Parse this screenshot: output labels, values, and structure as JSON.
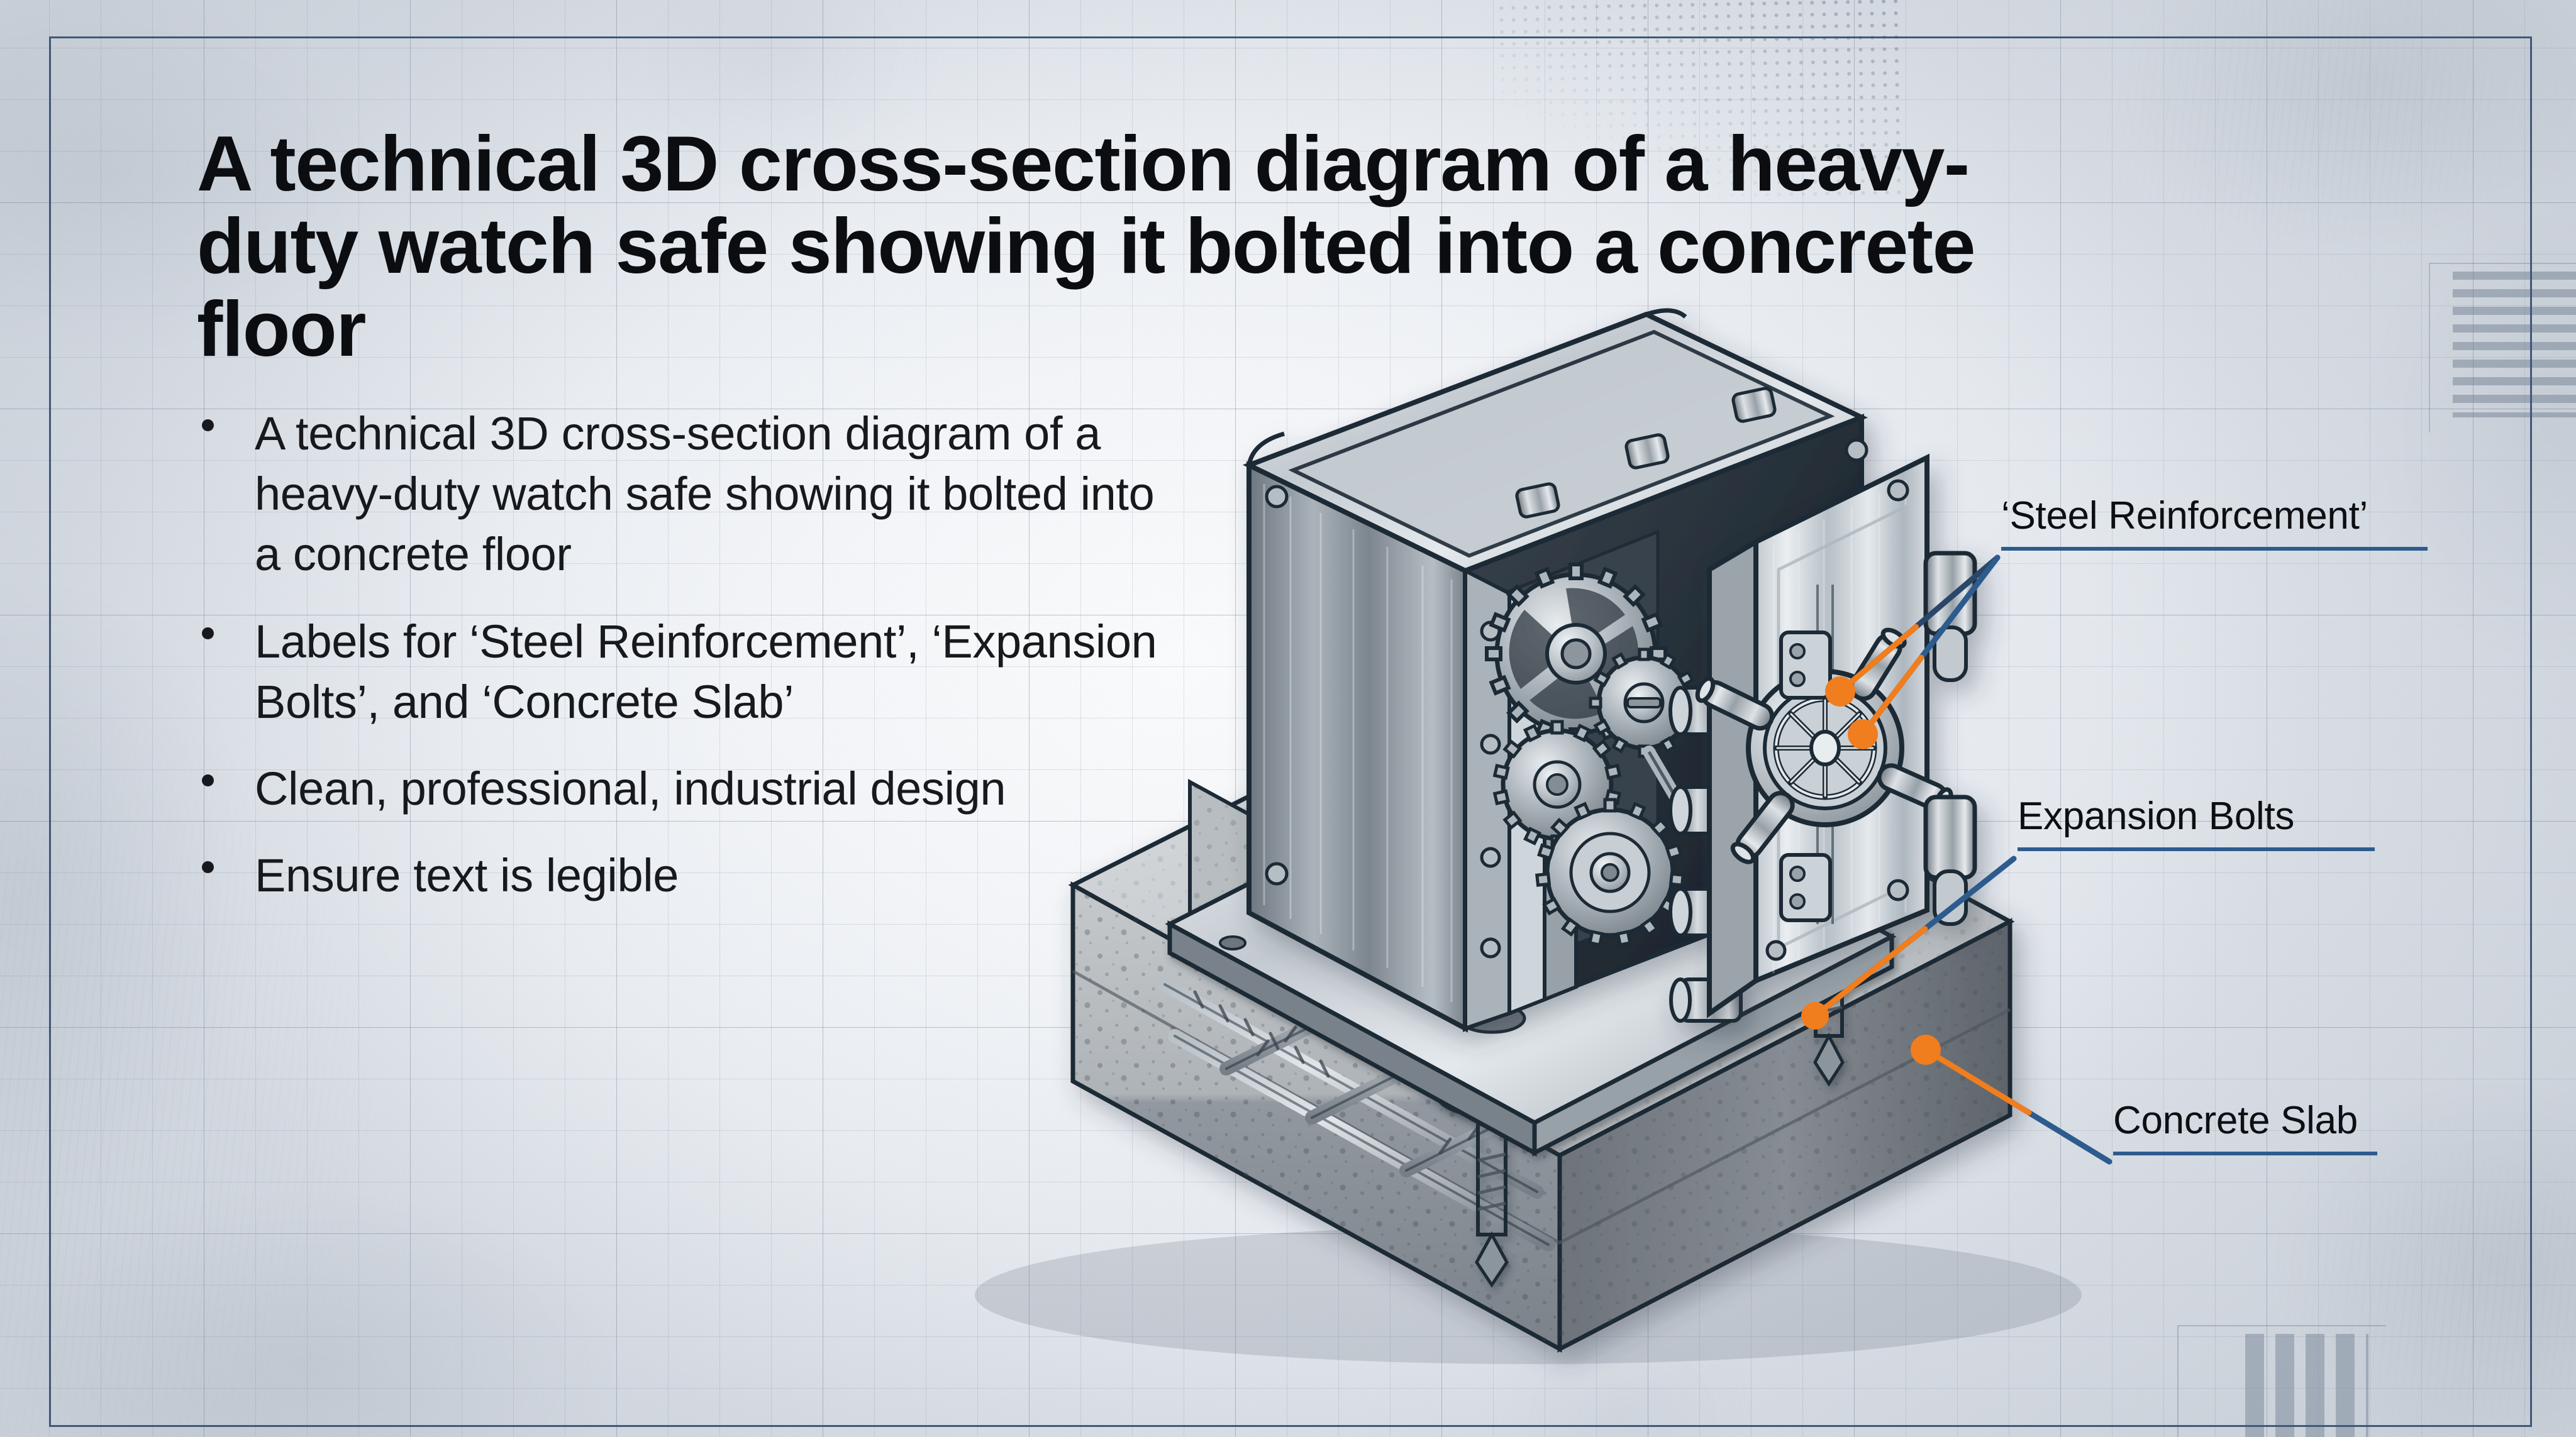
{
  "slide": {
    "title": "A technical 3D cross-section diagram of a heavy-duty watch safe showing it bolted into a concrete floor",
    "bullets": [
      "A technical 3D cross-section diagram of a heavy-duty watch safe showing it bolted into a concrete floor",
      "Labels for ‘Steel Reinforcement’, ‘Expansion Bolts’, and ‘Concrete Slab’",
      "Clean, professional, industrial design",
      "Ensure text is legible"
    ]
  },
  "callouts": [
    {
      "id": "steel",
      "label": "‘Steel Reinforcement’"
    },
    {
      "id": "bolts",
      "label": "Expansion Bolts"
    },
    {
      "id": "slab",
      "label": "Concrete Slab"
    }
  ],
  "illustration": {
    "subject": "heavy-duty watch safe bolted into concrete floor",
    "parts": [
      "safe-body",
      "safe-door",
      "door-handwheel",
      "locking-bolts",
      "gear-mechanism",
      "door-hinges",
      "interior-shelves",
      "concrete-slab",
      "steel-reinforcement-rebar",
      "expansion-bolts",
      "base-plate"
    ]
  },
  "colors": {
    "accent_orange": "#f07d1e",
    "leader_blue": "#2d5b8e",
    "leader_navy": "#1f3category",
    "frame_blue": "#3f5878",
    "text_dark": "#0d0f12",
    "background": "#f4f6f9",
    "steel_light": "#e9edf1",
    "steel_mid": "#a9b2ba",
    "steel_dark": "#5d666f",
    "ink": "#1d2a36",
    "concrete_light": "#c9cdd0",
    "concrete_mid": "#9ba0a4",
    "concrete_dark": "#6f7479"
  }
}
